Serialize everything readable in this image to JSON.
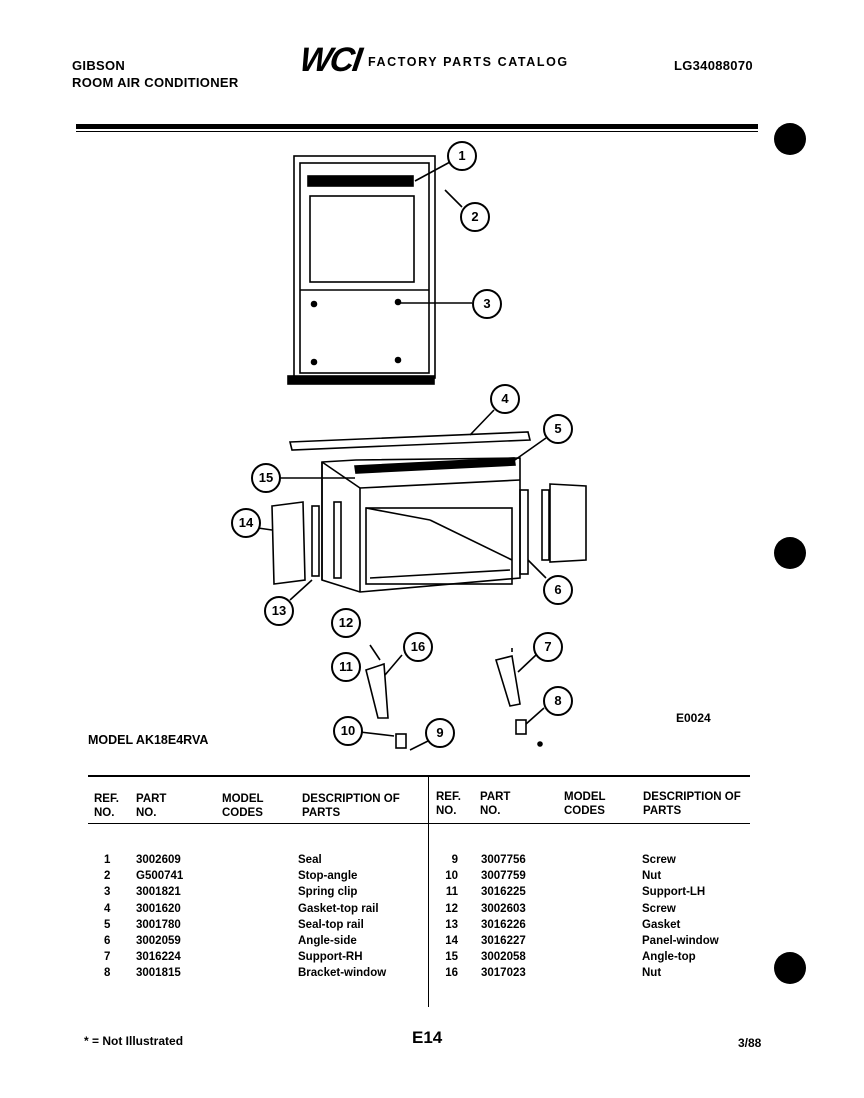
{
  "header": {
    "brand": "GIBSON",
    "product": "ROOM AIR CONDITIONER",
    "logo": "WCI",
    "catalog_title": "FACTORY PARTS CATALOG",
    "catalog_no": "LG34088070"
  },
  "diagram": {
    "model_label": "MODEL AK18E4RVA",
    "figure_code": "E0024",
    "callouts": [
      "1",
      "2",
      "3",
      "4",
      "5",
      "6",
      "7",
      "8",
      "9",
      "10",
      "11",
      "12",
      "13",
      "14",
      "15",
      "16"
    ]
  },
  "table": {
    "headers": {
      "ref_no": "REF. NO.",
      "part_no": "PART NO.",
      "model_codes": "MODEL CODES",
      "description": "DESCRIPTION OF PARTS"
    },
    "left": [
      {
        "ref": "1",
        "part": "3002609",
        "desc": "Seal"
      },
      {
        "ref": "2",
        "part": "G500741",
        "desc": "Stop-angle"
      },
      {
        "ref": "3",
        "part": "3001821",
        "desc": "Spring clip"
      },
      {
        "ref": "4",
        "part": "3001620",
        "desc": "Gasket-top rail"
      },
      {
        "ref": "5",
        "part": "3001780",
        "desc": "Seal-top rail"
      },
      {
        "ref": "6",
        "part": "3002059",
        "desc": "Angle-side"
      },
      {
        "ref": "7",
        "part": "3016224",
        "desc": "Support-RH"
      },
      {
        "ref": "8",
        "part": "3001815",
        "desc": "Bracket-window"
      }
    ],
    "right": [
      {
        "ref": "9",
        "part": "3007756",
        "desc": "Screw"
      },
      {
        "ref": "10",
        "part": "3007759",
        "desc": "Nut"
      },
      {
        "ref": "11",
        "part": "3016225",
        "desc": "Support-LH"
      },
      {
        "ref": "12",
        "part": "3002603",
        "desc": "Screw"
      },
      {
        "ref": "13",
        "part": "3016226",
        "desc": "Gasket"
      },
      {
        "ref": "14",
        "part": "3016227",
        "desc": "Panel-window"
      },
      {
        "ref": "15",
        "part": "3002058",
        "desc": "Angle-top"
      },
      {
        "ref": "16",
        "part": "3017023",
        "desc": "Nut"
      }
    ]
  },
  "footer": {
    "note": "* = Not Illustrated",
    "page": "E14",
    "date": "3/88"
  }
}
